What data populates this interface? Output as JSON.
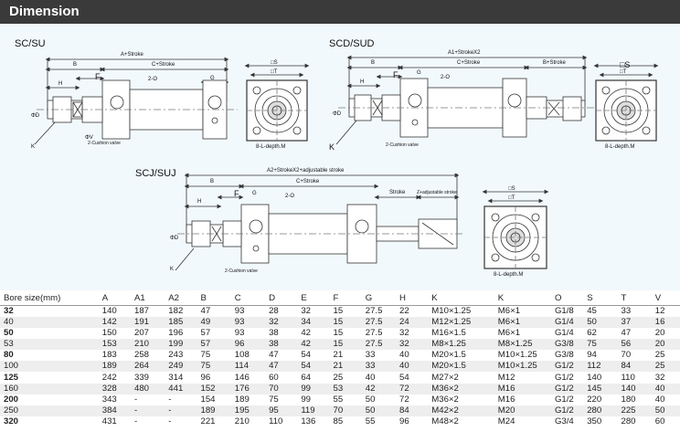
{
  "header": {
    "title": "Dimension"
  },
  "drawings": {
    "sc": {
      "title": "SC/SU",
      "labels": [
        "A+Stroke",
        "B",
        "C+Stroke",
        "F",
        "H",
        "G",
        "2-O",
        "ΦD",
        "ΦV",
        "K",
        "2-Cushion valve",
        "□S",
        "□T",
        "8-L-depth.M"
      ]
    },
    "scd": {
      "title": "SCD/SUD",
      "labels": [
        "A1+StrokeX2",
        "B",
        "C+Stroke",
        "B+Stroke",
        "F",
        "H",
        "G",
        "2-O",
        "ΦD",
        "K",
        "2-Cushion valve",
        "□S",
        "□T",
        "8-L-depth.M"
      ]
    },
    "scj": {
      "title": "SCJ/SUJ",
      "labels": [
        "A2+StrokeX2+adjustable stroke",
        "B",
        "C+Stroke",
        "Stroke",
        "Z+adjustable stroke",
        "F",
        "H",
        "G",
        "2-O",
        "ΦD",
        "K",
        "2-Cushion valve",
        "□S",
        "□T",
        "8-L-depth.M"
      ]
    }
  },
  "table": {
    "headers": [
      "Bore size(mm)",
      "A",
      "A1",
      "A2",
      "B",
      "C",
      "D",
      "E",
      "F",
      "G",
      "H",
      "K",
      "K",
      "O",
      "S",
      "T",
      "V"
    ],
    "rows": [
      [
        "32",
        "140",
        "187",
        "182",
        "47",
        "93",
        "28",
        "32",
        "15",
        "27.5",
        "22",
        "M10×1.25",
        "M6×1",
        "G1/8",
        "45",
        "33",
        "12"
      ],
      [
        "40",
        "142",
        "191",
        "185",
        "49",
        "93",
        "32",
        "34",
        "15",
        "27.5",
        "24",
        "M12×1.25",
        "M6×1",
        "G1/4",
        "50",
        "37",
        "16"
      ],
      [
        "50",
        "150",
        "207",
        "196",
        "57",
        "93",
        "38",
        "42",
        "15",
        "27.5",
        "32",
        "M16×1.5",
        "M6×1",
        "G1/4",
        "62",
        "47",
        "20"
      ],
      [
        "53",
        "153",
        "210",
        "199",
        "57",
        "96",
        "38",
        "42",
        "15",
        "27.5",
        "32",
        "M8×1.25",
        "M8×1.25",
        "G3/8",
        "75",
        "56",
        "20"
      ],
      [
        "80",
        "183",
        "258",
        "243",
        "75",
        "108",
        "47",
        "54",
        "21",
        "33",
        "40",
        "M20×1.5",
        "M10×1.25",
        "G3/8",
        "94",
        "70",
        "25"
      ],
      [
        "100",
        "189",
        "264",
        "249",
        "75",
        "114",
        "47",
        "54",
        "21",
        "33",
        "40",
        "M20×1.5",
        "M10×1.25",
        "G1/2",
        "112",
        "84",
        "25"
      ],
      [
        "125",
        "242",
        "339",
        "314",
        "96",
        "146",
        "60",
        "64",
        "25",
        "40",
        "54",
        "M27×2",
        "M12",
        "G1/2",
        "140",
        "110",
        "32"
      ],
      [
        "160",
        "328",
        "480",
        "441",
        "152",
        "176",
        "70",
        "99",
        "53",
        "42",
        "72",
        "M36×2",
        "M16",
        "G1/2",
        "145",
        "140",
        "40"
      ],
      [
        "200",
        "343",
        "-",
        "-",
        "154",
        "189",
        "75",
        "99",
        "55",
        "50",
        "72",
        "M36×2",
        "M16",
        "G1/2",
        "220",
        "180",
        "40"
      ],
      [
        "250",
        "384",
        "-",
        "-",
        "189",
        "195",
        "95",
        "119",
        "70",
        "50",
        "84",
        "M42×2",
        "M20",
        "G1/2",
        "280",
        "225",
        "50"
      ],
      [
        "320",
        "431",
        "-",
        "-",
        "221",
        "210",
        "110",
        "136",
        "85",
        "55",
        "96",
        "M48×2",
        "M24",
        "G3/4",
        "350",
        "280",
        "60"
      ]
    ]
  }
}
